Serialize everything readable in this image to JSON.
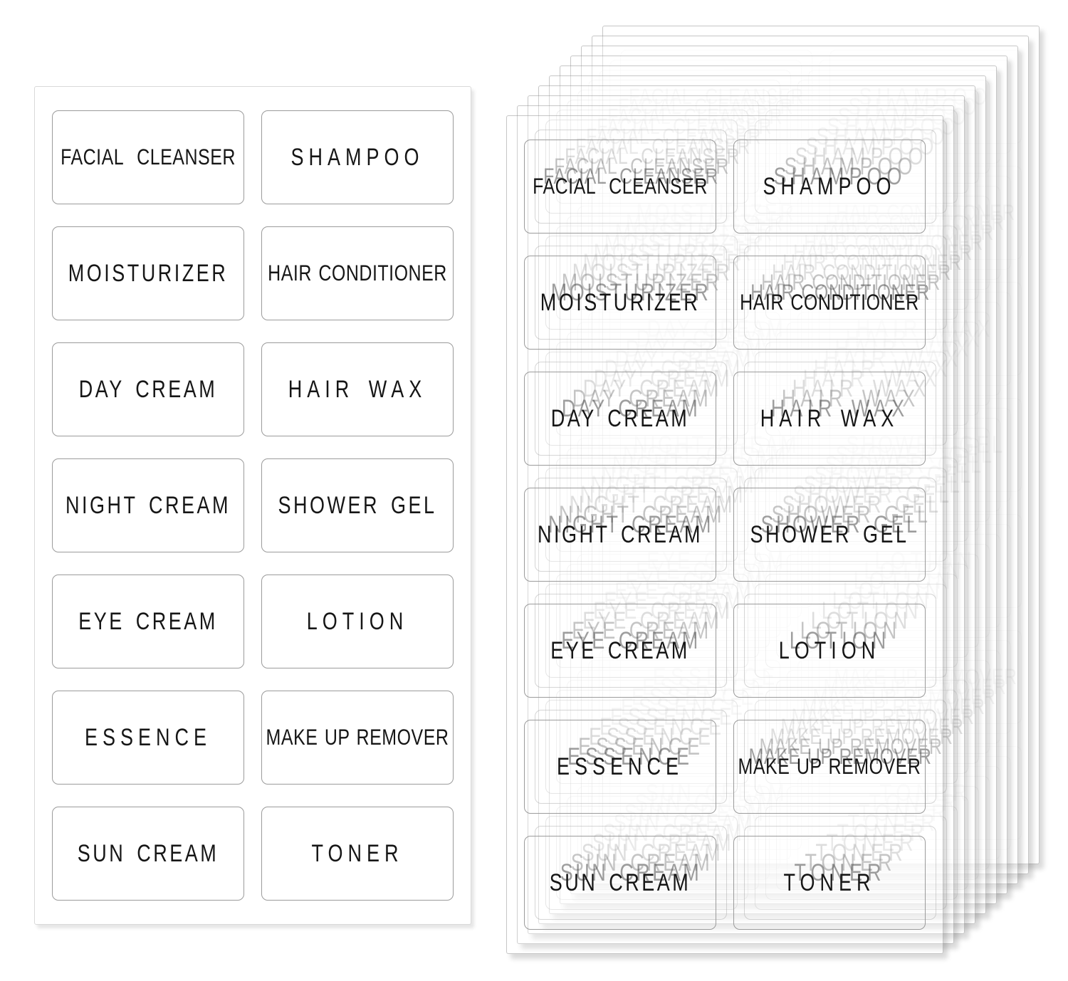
{
  "labels": [
    [
      "FACIAL  CLEANSER",
      "SHAMPOO"
    ],
    [
      "MOISTURIZER",
      "HAIR CONDITIONER"
    ],
    [
      "DAY CREAM",
      "HAIR WAX"
    ],
    [
      "NIGHT CREAM",
      "SHOWER GEL"
    ],
    [
      "EYE CREAM",
      "LOTION"
    ],
    [
      "ESSENCE",
      "MAKE UP REMOVER"
    ],
    [
      "SUN CREAM",
      "TONER"
    ]
  ],
  "stack": {
    "sheet_count": 10
  },
  "colors": {
    "background": "#ffffff",
    "label_text": "#161616",
    "label_border": "#9b9b9b",
    "sheet_border": "#d9d9d9",
    "ghost_front_opacity": "0.5"
  }
}
